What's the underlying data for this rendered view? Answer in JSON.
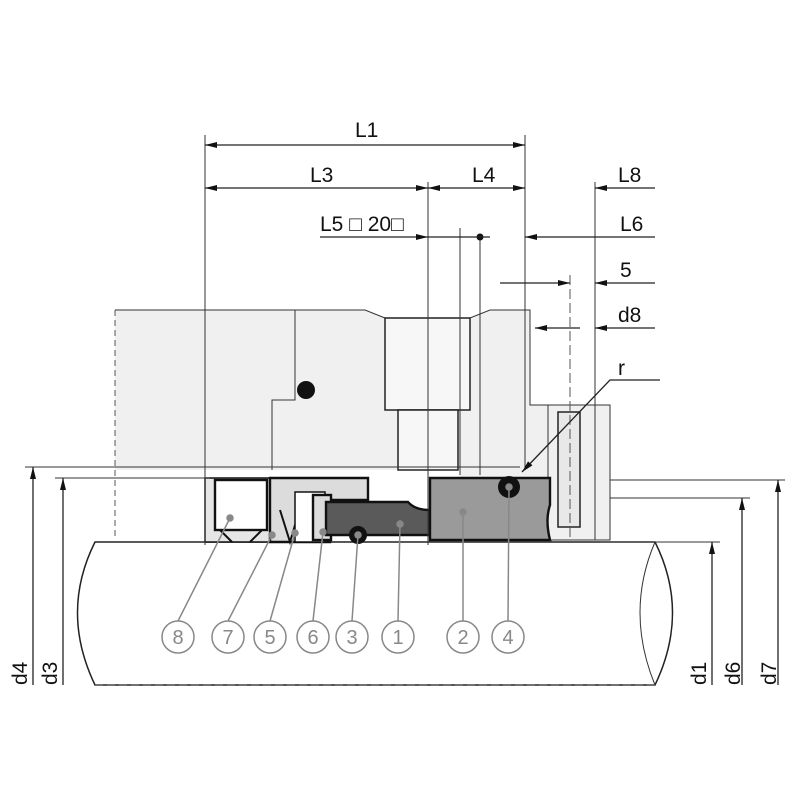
{
  "dimensions": {
    "L1": "L1",
    "L3": "L3",
    "L4": "L4",
    "L8": "L8",
    "L5": "L5 □ 20□",
    "L6": "L6",
    "five": "5",
    "d8": "d8",
    "r": "r",
    "d4": "d4",
    "d3": "d3",
    "d1": "d1",
    "d6": "d6",
    "d7": "d7"
  },
  "balloons": [
    "8",
    "7",
    "5",
    "6",
    "3",
    "1",
    "2",
    "4"
  ],
  "colors": {
    "housing": "#f0f0f0",
    "part1": "#5a5a5a",
    "part2": "#9a9a9a",
    "part_light": "#dcdcdc",
    "balloon": "#888888"
  }
}
